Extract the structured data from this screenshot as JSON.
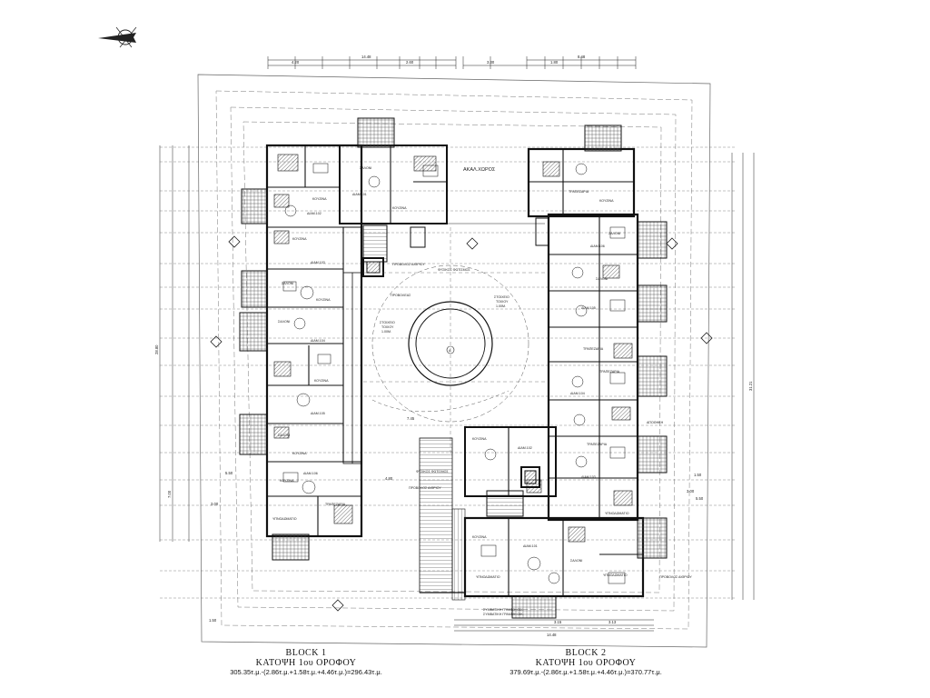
{
  "block1": {
    "title": "BLOCK 1",
    "subtitle": "ΚΑΤΟΨΗ 1ου ΟΡΟΦΟΥ",
    "area": "305.35τ.μ.-(2.86τ.μ.+1.58τ.μ.+4.46τ.μ.)=296.43τ.μ."
  },
  "block2": {
    "title": "BLOCK 2",
    "subtitle": "ΚΑΤΟΨΗ 1ου ΟΡΟΦΟΥ",
    "area": "379.69τ.μ.-(2.86τ.μ.+1.58τ.μ.+4.46τ.μ.)=370.77τ.μ."
  },
  "labels": {
    "akal_choros": "ΑΚΑΛ.ΧΩΡΟΣ",
    "kouzina": "ΚΟΥΖΙΝΑ",
    "salon": "ΣΑΛΟΝΙ",
    "trapezaria": "ΤΡΑΠΕΖΑΡΙΑ",
    "ypnodomatio": "ΥΠΝΟΔΩΜΑΤΙΟ",
    "apoth": "ΑΠΟΘΗΚΗ",
    "diam_101": "ΔΙΑΜ.101",
    "diam_102": "ΔΙΑΜ.102",
    "diam_103": "ΔΙΑΜ.103",
    "diam_104": "ΔΙΑΜ.104",
    "diam_105": "ΔΙΑΜ.105",
    "diam_106": "ΔΙΑΜ.106",
    "phys_fotismos": "ΦΥΣΙΚΟΣ ΦΩΤΙΣΜΟΣ",
    "stoiyo_tmima": "ΣΤΟΙΧΕΙΟ ΤΜΗΜΑ",
    "provolos": "ΠΡΟΒΟΛΕΑΣ",
    "embado_note": "ΠΡΟΒΟΛΟΣ ΑΙΘΡΙΟΥ",
    "stoixeio_1": "ΣΤΟΙΧΕΙΟ",
    "stoixeio_2": "ΤΟΙΧΟΥ",
    "stoixeio_3": "1.00Μ.",
    "bottom_note_1": "ΣΥΜΒΑΤΙΚΗ ΓΡΑΜΜΗ ΟΙΚ.",
    "bottom_note_2": "ΣΥΜΒΑΤΙΚΗ ΓΡΑΜΜΗ ΟΙΚ."
  },
  "dims": {
    "top_total_1": "14.48",
    "top_total_2": "8.48",
    "bottom_total_2": "14.48",
    "d_500": "5.00",
    "d_300": "3.00",
    "d_150": "1.50",
    "d_550": "5.50",
    "d_700": "7.00",
    "d_480": "4.80",
    "d_745": "7.45",
    "d_2880": "28.80",
    "d_3121": "31.21",
    "d_420": "4.20",
    "d_260": "2.60",
    "d_330": "3.30",
    "d_180": "1.80",
    "d_315": "3.15",
    "d_313": "3.13"
  }
}
